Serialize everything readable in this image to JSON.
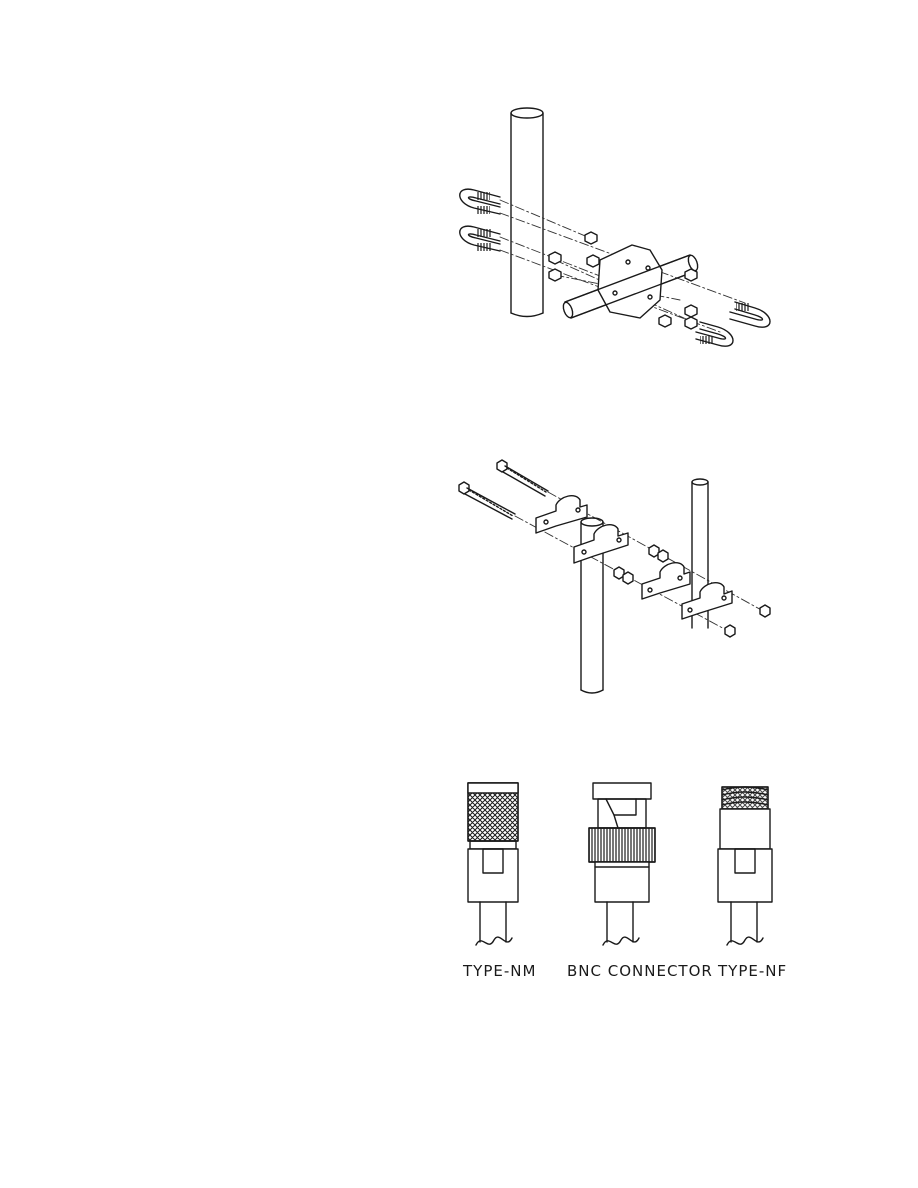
{
  "figures": [
    {
      "id": "u-bolt-crossarm-mount",
      "labels": []
    },
    {
      "id": "side-mount-clamp",
      "labels": []
    },
    {
      "id": "connector-types",
      "labels": [
        {
          "key": "nm",
          "text": "TYPE-NM"
        },
        {
          "key": "bnc",
          "text": "BNC CONNECTOR"
        },
        {
          "key": "nf",
          "text": "TYPE-NF"
        }
      ]
    }
  ],
  "colors": {
    "line": "#1a1a1a",
    "background": "#ffffff",
    "leader": "#333333"
  }
}
